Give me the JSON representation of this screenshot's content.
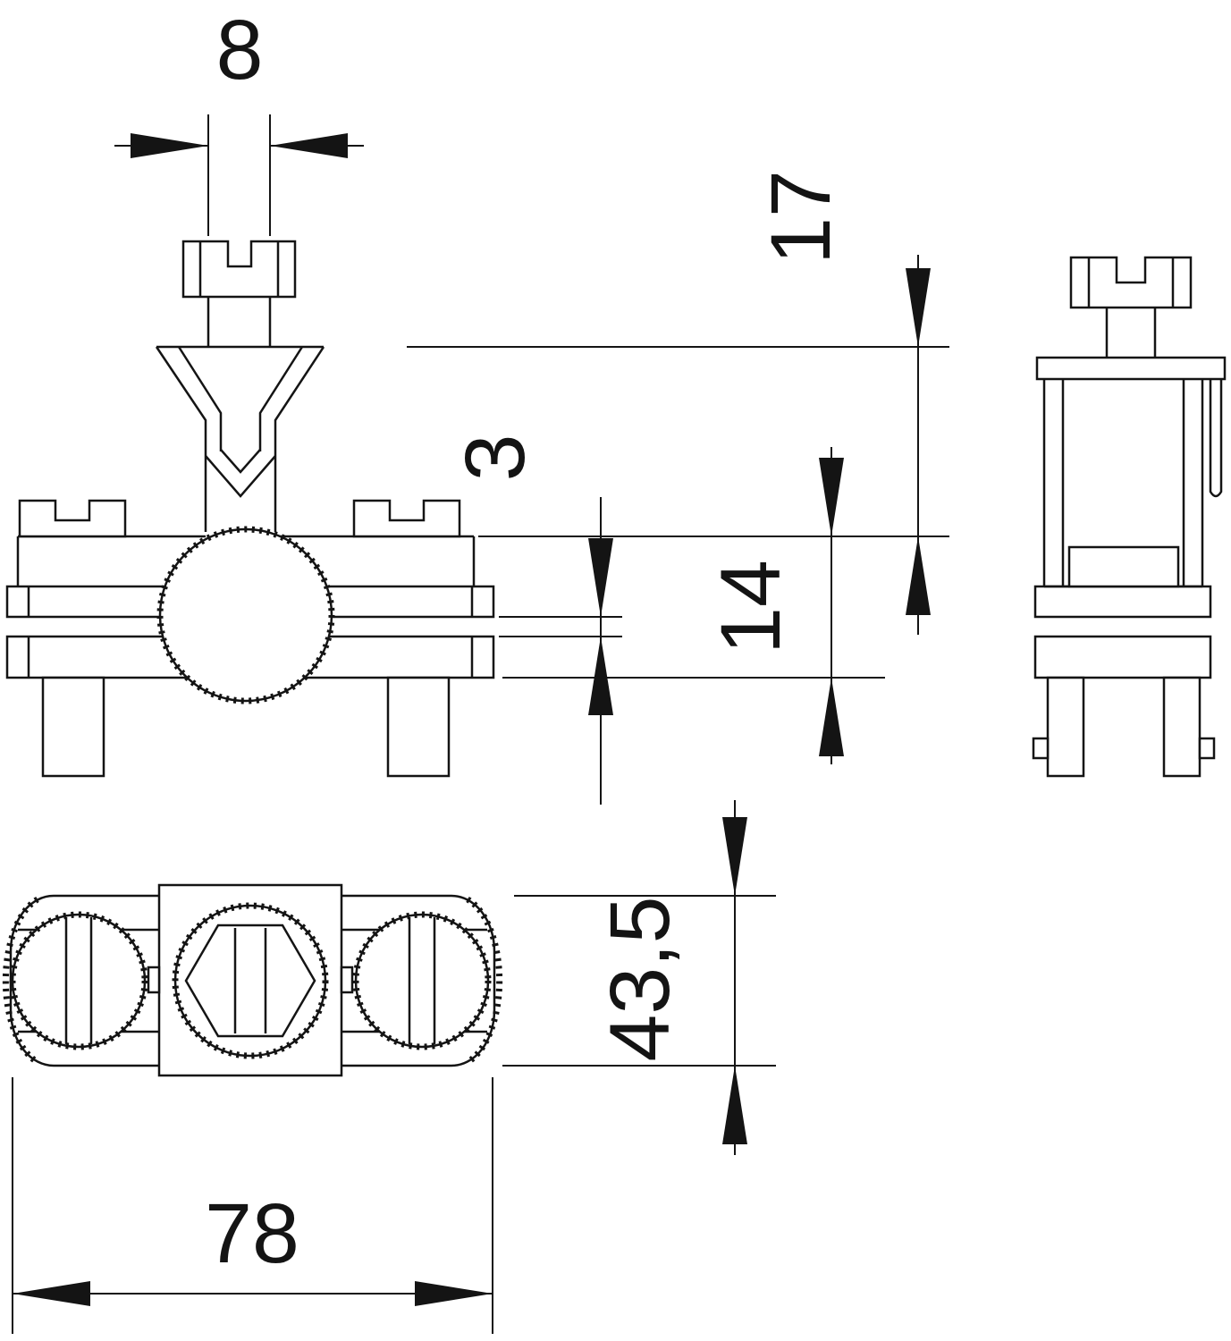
{
  "drawing": {
    "background": "#ffffff",
    "line_color": "#141414",
    "dim_labels": {
      "d8": "8",
      "d17": "17",
      "d3": "3",
      "d14": "14",
      "d43_5": "43,5",
      "d78": "78"
    }
  }
}
